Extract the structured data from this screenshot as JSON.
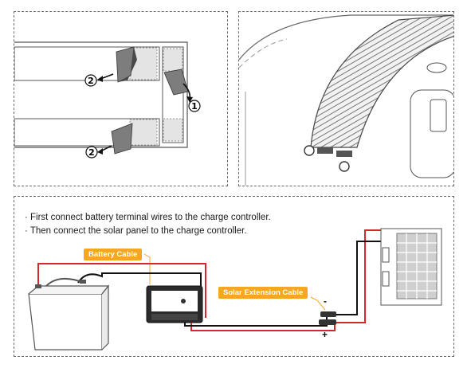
{
  "panel1": {
    "step_labels": [
      "2",
      "1",
      "2"
    ]
  },
  "panel3": {
    "instructions": [
      "· First connect battery terminal wires to the charge controller.",
      "· Then connect the solar panel to the charge controller."
    ],
    "battery_cable_label": "Battery Cable",
    "solar_extension_label": "Solar Extension Cable",
    "minus_sign": "-",
    "plus_sign": "+"
  },
  "colors": {
    "tag_orange": "#f5a623",
    "wire_red": "#d62828",
    "wire_black": "#111111",
    "line_gray": "#555555"
  }
}
